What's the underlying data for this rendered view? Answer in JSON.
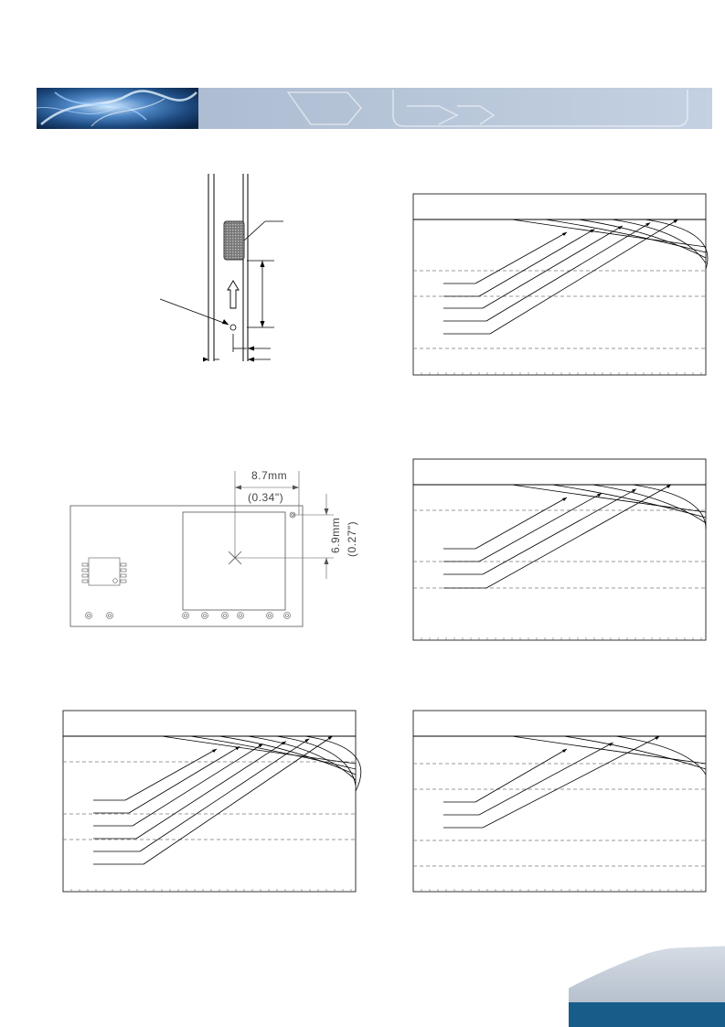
{
  "colors": {
    "banner_light": "#b9c8dc",
    "banner_dark": "#14365c",
    "footer_blue": "#185d8a",
    "chart_frame": "#333333",
    "chart_grid": "#777777"
  },
  "pcb_layout": {
    "horizontal_dimension": "8.7mm",
    "horizontal_dimension_imperial": "(0.34\")",
    "vertical_dimension": "6.9mm",
    "vertical_dimension_imperial": "(0.27\")"
  },
  "charts": [
    {
      "position": "top-right",
      "series_count": 5
    },
    {
      "position": "middle-right",
      "series_count": 4
    },
    {
      "position": "bottom-left",
      "series_count": 6
    },
    {
      "position": "bottom-right",
      "series_count": 3
    }
  ]
}
